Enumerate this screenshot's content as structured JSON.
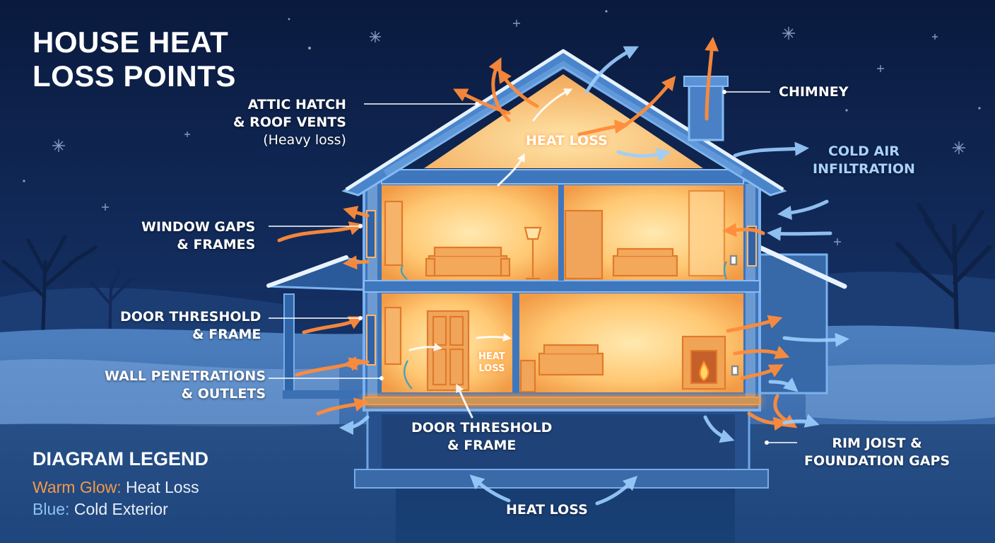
{
  "title": {
    "line1": "HOUSE HEAT",
    "line2": "LOSS POINTS"
  },
  "labels": {
    "attic": {
      "line1": "ATTIC HATCH",
      "line2": "& ROOF VENTS",
      "line3": "(Heavy loss)"
    },
    "window": {
      "line1": "WINDOW GAPS",
      "line2": "& FRAMES"
    },
    "door_left": {
      "line1": "DOOR THRESHOLD",
      "line2": "& FRAME"
    },
    "wall": {
      "line1": "WALL PENETRATIONS",
      "line2": "& OUTLETS"
    },
    "door_bottom": {
      "line1": "DOOR THRESHOLD",
      "line2": "& FRAME"
    },
    "chimney": "CHIMNEY",
    "cold_air": {
      "line1": "COLD AIR",
      "line2": "INFILTRATION"
    },
    "rim_joist": {
      "line1": "RIM JOIST &",
      "line2": "FOUNDATION GAPS"
    },
    "heat_loss_bottom": "HEAT LOSS",
    "heat_loss_attic": "HEAT LOSS",
    "heat_loss_room": {
      "line1": "HEAT",
      "line2": "LOSS"
    }
  },
  "legend": {
    "title": "DIAGRAM LEGEND",
    "warm_key": "Warm Glow:",
    "warm_value": " Heat Loss",
    "cold_key": "Blue:",
    "cold_value": " Cold Exterior"
  },
  "colors": {
    "night_sky": "#0c1e45",
    "snow": "#5f8fc9",
    "house_outline": "#5b95d6",
    "warm_glow": "#ffcf80",
    "heat_arrow": "#ff8c3a",
    "cold_arrow": "#9ccfff",
    "legend_warm": "#f29a4a",
    "legend_cold": "#8fc2f2"
  }
}
